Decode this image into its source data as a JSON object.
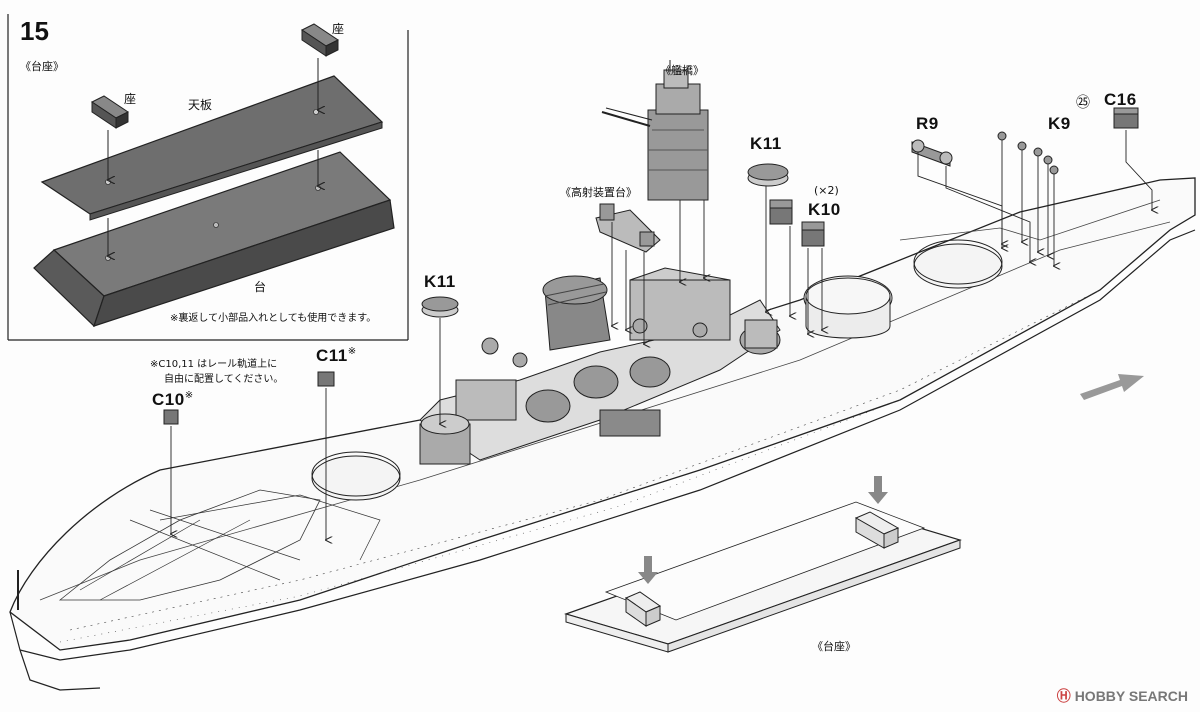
{
  "step": {
    "number": "15",
    "base_section_label": "《台座》",
    "labels": {
      "seat_top": "座",
      "seat_left": "座",
      "top_plate": "天板",
      "base": "台"
    },
    "note": "※裏返して小部品入れとしても使用できます。"
  },
  "ship_labels": {
    "bridge": "《艦橋》",
    "high_angle_director_base": "《高射装置台》",
    "k11_left": "K11",
    "k11_right": "K11",
    "k10": "K10",
    "k10_qty": "(×2)",
    "r9": "R9",
    "k9": "K9",
    "c16": "C16",
    "c16_num": "㉕",
    "c11": "C11",
    "c11_mark": "※",
    "c10": "C10",
    "c10_mark": "※",
    "rail_note_line1": "※C10,11 はレール軌道上に",
    "rail_note_line2": "自由に配置してください。",
    "stand": "《台座》"
  },
  "watermark": {
    "logo": "Ⓗ",
    "text": "HOBBY SEARCH"
  }
}
